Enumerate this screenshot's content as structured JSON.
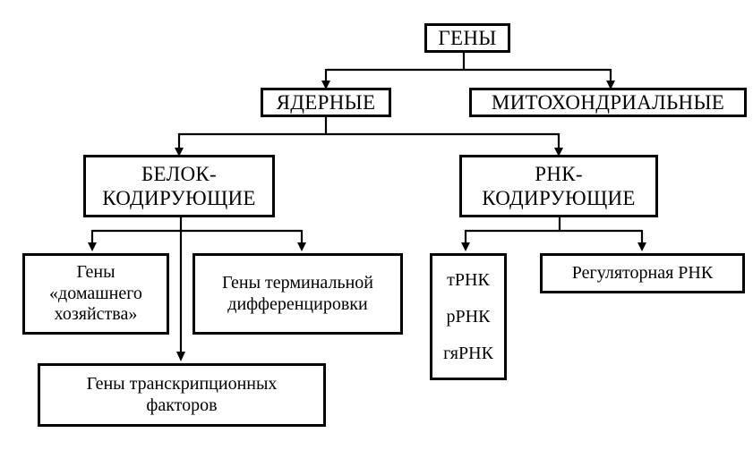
{
  "diagram": {
    "root": "ГЕНЫ",
    "level1": {
      "nuclear": "ЯДЕРНЫЕ",
      "mitochondrial": "МИТОХОНДРИАЛЬНЫЕ"
    },
    "level2": {
      "protein_coding": [
        "БЕЛОК-",
        "КОДИРУЮЩИЕ"
      ],
      "rna_coding": [
        "РНК-",
        "КОДИРУЮЩИЕ"
      ]
    },
    "protein_children": {
      "housekeeping": [
        "Гены",
        "«домашнего",
        "хозяйства»"
      ],
      "terminal_differentiation": [
        "Гены терминальной",
        "дифференцировки"
      ],
      "transcription_factors": [
        "Гены транскрипционных",
        "факторов"
      ]
    },
    "rna_children": {
      "rna_types": [
        "тРНК",
        "рРНК",
        "гяРНК"
      ],
      "regulatory": "Регуляторная РНК"
    }
  }
}
